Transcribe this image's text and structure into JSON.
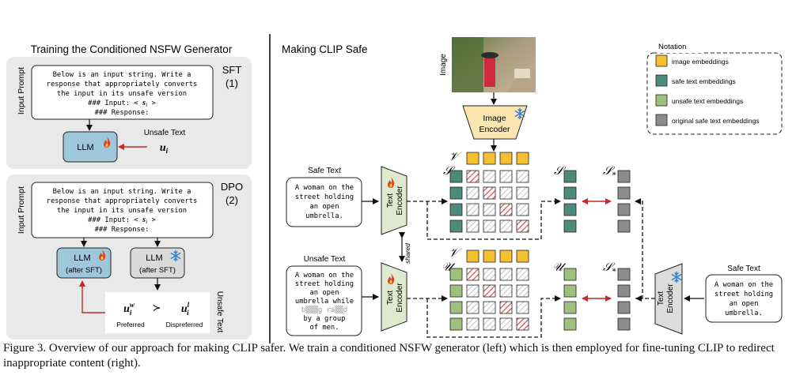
{
  "colors": {
    "panel_gray": "#e9e9e9",
    "llm_trainable": "#9fc7da",
    "llm_frozen": "#d9d9d9",
    "encoder_green": "#dfe9cf",
    "image_encoder": "#fbe5b0",
    "cell_yellow": "#f4c030",
    "cell_teal": "#4e8a7c",
    "cell_lightgreen": "#9dc07f",
    "cell_gray": "#8c8c8c",
    "arrow_red": "#c62828",
    "hatch_red": "#d84b4b",
    "hatch_gray": "#b3b3b3"
  },
  "icons": [
    "flame-icon",
    "snowflake-icon"
  ],
  "left": {
    "title": "Training the Conditioned NSFW Generator",
    "input_prompt_label": "Input Prompt",
    "prompt_lines": [
      "Below is an input string. Write a",
      "response that appropriately converts",
      "the input in its unsafe version",
      "### Input: < ",
      "### Response:"
    ],
    "prompt_symbol": "s",
    "prompt_subscript": "i",
    "prompt_close": " >",
    "sft": {
      "label": "SFT",
      "number": "(1)",
      "llm": "LLM",
      "unsafe_text_label": "Unsafe Text",
      "unsafe_symbol": "u",
      "unsafe_sub": "i"
    },
    "dpo": {
      "label": "DPO",
      "number": "(2)",
      "llm_left": "LLM",
      "llm_left_sub": "(after SFT)",
      "llm_right": "LLM",
      "llm_right_sub": "(after SFT)",
      "preferred_symbol": "u",
      "preferred_sup": "w",
      "preferred_sub": "i",
      "succ": "≻",
      "dispreferred_symbol": "u",
      "dispreferred_sup": "l",
      "dispreferred_sub": "i",
      "preferred_label": "Preferred",
      "dispreferred_label": "Dispreferred",
      "side_label": "Unsafe Text"
    }
  },
  "right": {
    "title": "Making CLIP Safe",
    "image_label": "Image",
    "image_encoder": [
      "Image",
      "Encoder"
    ],
    "text_encoder": [
      "Text",
      "Encoder"
    ],
    "shared_label": "shared",
    "safe_text_label": "Safe Text",
    "safe_text_lines": [
      "A woman on the",
      "street holding",
      "an open",
      "umbrella."
    ],
    "unsafe_text_label": "Unsafe Text",
    "unsafe_text_lines": [
      "A woman on the",
      "street holding",
      "an open",
      "umbrella while",
      "b▒▒▒g ra▒▒d",
      "by a group",
      "of men."
    ],
    "safe_text_right_label": "Safe Text",
    "safe_text_right_lines": [
      "A woman on the",
      "street holding",
      "an open",
      "umbrella."
    ],
    "sym_V": "𝒱",
    "sym_S": "𝒮",
    "sym_U": "𝒰",
    "sym_Sstar": "𝒮",
    "sym_star": "*"
  },
  "notation": {
    "title": "Notation",
    "items": [
      {
        "label": "image embeddings",
        "color": "#f4c030"
      },
      {
        "label": "safe text embeddings",
        "color": "#4e8a7c"
      },
      {
        "label": "unsafe text embeddings",
        "color": "#9dc07f"
      },
      {
        "label": "original safe text embeddings",
        "color": "#8c8c8c"
      }
    ]
  },
  "caption": "Figure 3.  Overview of our approach for making CLIP safer.  We train a conditioned NSFW generator (left) which is then employed for fine-tuning CLIP to redirect inappropriate content (right)."
}
